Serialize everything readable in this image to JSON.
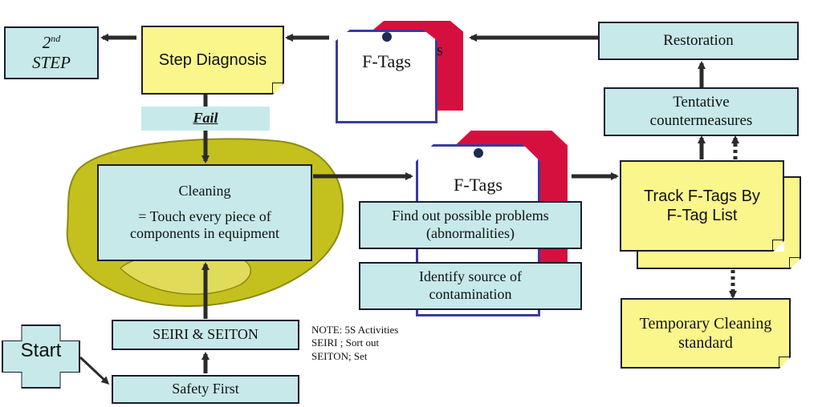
{
  "nodes": {
    "second_step": {
      "sup": "nd",
      "num": "2",
      "text": "STEP"
    },
    "step_diagnosis": "Step Diagnosis",
    "fail": "Fail",
    "ftags_top": "F-Tags",
    "ftags_top_back_fragment": "s",
    "restoration": "Restoration",
    "tentative": "Tentative countermeasures",
    "cleaning_title": "Cleaning",
    "cleaning_desc": "= Touch every piece of components in equipment",
    "ftags_mid": "F-Tags",
    "find_out": "Find out possible problems (abnormalities)",
    "identify": "Identify source of contamination",
    "track": "Track F-Tags By F-Tag List",
    "temporary": "Temporary Cleaning standard",
    "seiri_seiton": "SEIRI & SEITON",
    "safety_first": "Safety First",
    "start": "Start"
  },
  "note": {
    "line1": "NOTE: 5S Activities",
    "line2": "SEIRI ; Sort out",
    "line3": "SEITON; Set"
  },
  "colors": {
    "cyan_box": "#c7e9ea",
    "yellow_box": "#fbf68c",
    "olive_blob": "#c4c01e",
    "tag_red": "#d6103e",
    "tag_border": "#3a3aa0",
    "arrow": "#2b2b2b"
  }
}
